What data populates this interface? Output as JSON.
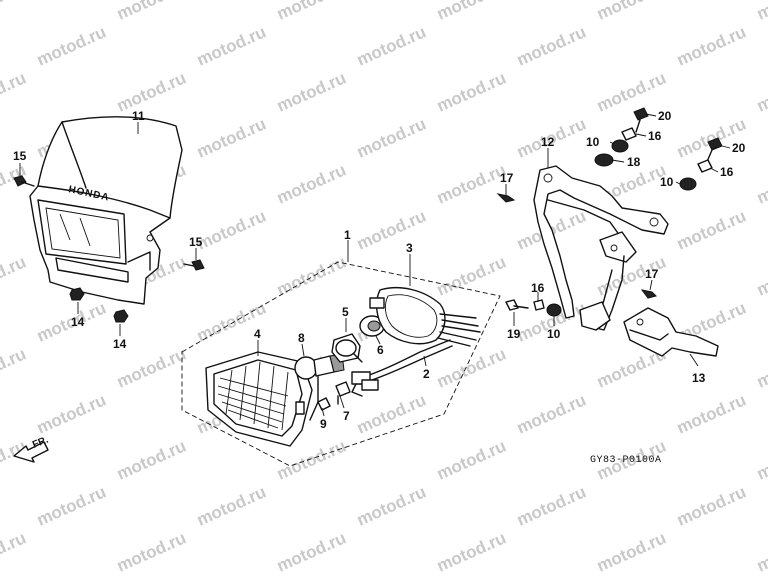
{
  "watermark": "motod.ru",
  "diagram_code": "GY83-P0100A",
  "brand_mark": "HONDA",
  "direction_label": "FR.",
  "callouts": {
    "c1": "1",
    "c2": "2",
    "c3": "3",
    "c4": "4",
    "c5": "5",
    "c6": "6",
    "c7": "7",
    "c8": "8",
    "c9": "9",
    "c10a": "10",
    "c10b": "10",
    "c10c": "10",
    "c11": "11",
    "c12": "12",
    "c13": "13",
    "c14a": "14",
    "c14b": "14",
    "c15a": "15",
    "c15b": "15",
    "c16a": "16",
    "c16b": "16",
    "c16c": "16",
    "c17a": "17",
    "c17b": "17",
    "c18": "18",
    "c19": "19",
    "c20a": "20",
    "c20b": "20"
  }
}
